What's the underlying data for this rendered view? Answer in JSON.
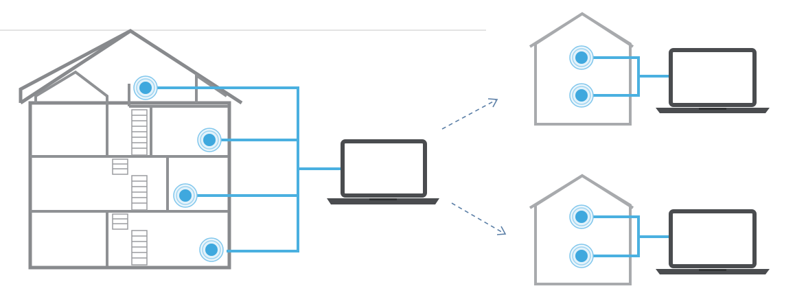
{
  "diagram": {
    "colors": {
      "wire": "#4ab0e0",
      "house_outline": "#888a8d",
      "small_house_outline": "#a8aaad",
      "laptop": "#4a4c4f",
      "node_core": "#3fa8de",
      "arrow": "#5a7ea6"
    },
    "icons": {
      "main_house": "house-cutaway-icon",
      "node": "wireless-node-icon",
      "laptop": "laptop-icon",
      "small_house": "house-outline-icon",
      "arrow": "dashed-arrow-icon"
    },
    "main_house_node_count": 4,
    "remote_houses": [
      {
        "node_count": 2
      },
      {
        "node_count": 2
      }
    ]
  }
}
